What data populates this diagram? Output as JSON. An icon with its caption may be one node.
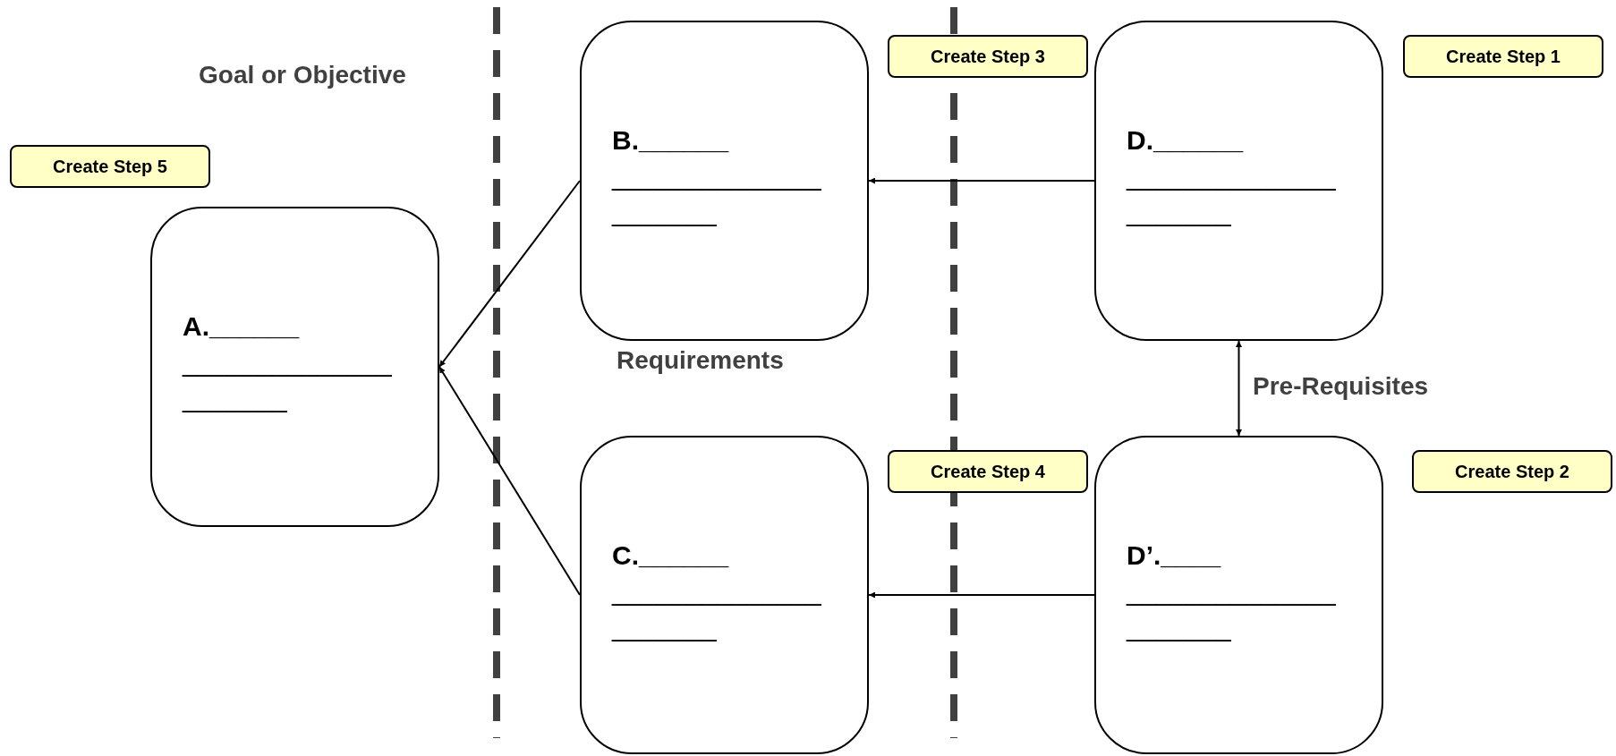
{
  "diagram": {
    "nodes": [
      {
        "text": [
          "B.______",
          "______________ _______"
        ]
      },
      {
        "text": [
          "Create Step 3"
        ]
      },
      {
        "text": [
          "D.______",
          "______________ _______"
        ]
      },
      {
        "text": [
          "Create Step 1"
        ]
      },
      {
        "text": [
          "Create Step 5"
        ]
      },
      {
        "text": [
          "A.______",
          "______________ _______"
        ]
      },
      {
        "text": [
          "C.______",
          "______________ _______"
        ]
      },
      {
        "text": [
          "Create Step 4"
        ]
      },
      {
        "text": [
          "D’.____",
          "______________ _______"
        ]
      },
      {
        "text": [
          "Create Step 2"
        ]
      }
    ],
    "edges": [
      {
        "from": 0,
        "to": 5,
        "arrow": "to"
      },
      {
        "from": 6,
        "to": 5,
        "arrow": "to"
      },
      {
        "from": 2,
        "to": 0,
        "arrow": "to"
      },
      {
        "from": 8,
        "to": 6,
        "arrow": "to"
      },
      {
        "from": 2,
        "to": 8,
        "arrow": "both"
      }
    ],
    "labels": [
      "Goal or Objective",
      "Requirements",
      "Pre-Requisites"
    ]
  }
}
